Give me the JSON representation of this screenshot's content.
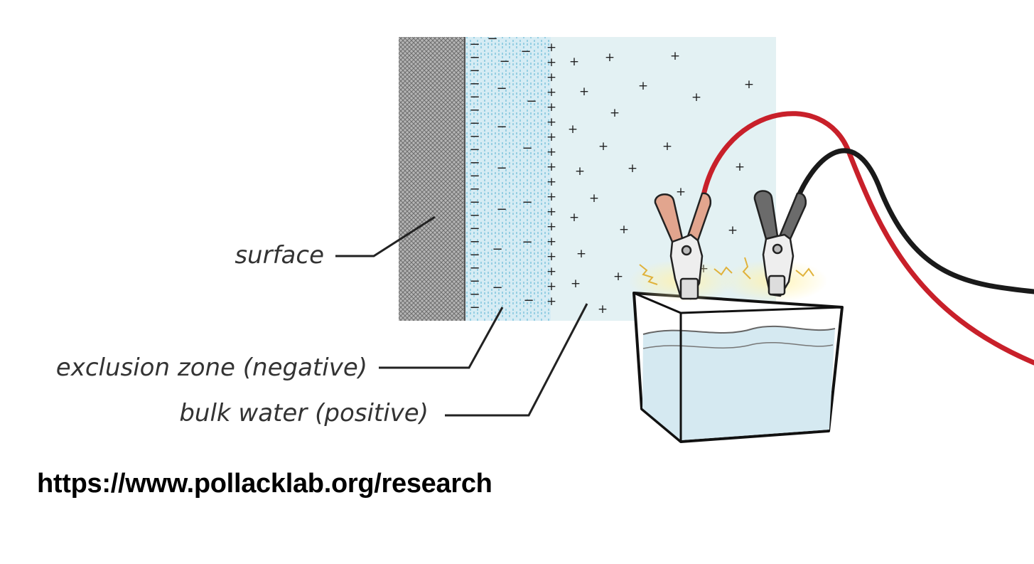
{
  "labels": {
    "surface": "surface",
    "exclusion_zone": "exclusion zone (negative)",
    "bulk_water": "bulk water (positive)"
  },
  "source_url": "https://www.pollacklab.org/research",
  "charges": {
    "negative_symbol": "−",
    "positive_symbol": "+"
  },
  "colors": {
    "surface": "#9a9a9a",
    "exclusion_zone": "#cfe8f2",
    "bulk_water": "#e3f1f3",
    "red_cable": "#c8202a",
    "black_cable": "#1a1a1a",
    "red_clamp_grip": "#e2a58e",
    "black_clamp_grip": "#6b6b6b",
    "battery_water": "#d5e9f1",
    "spark": "#e0b23a"
  },
  "icons": [
    "battery-icon",
    "red-clamp-icon",
    "black-clamp-icon",
    "spark-icon"
  ]
}
